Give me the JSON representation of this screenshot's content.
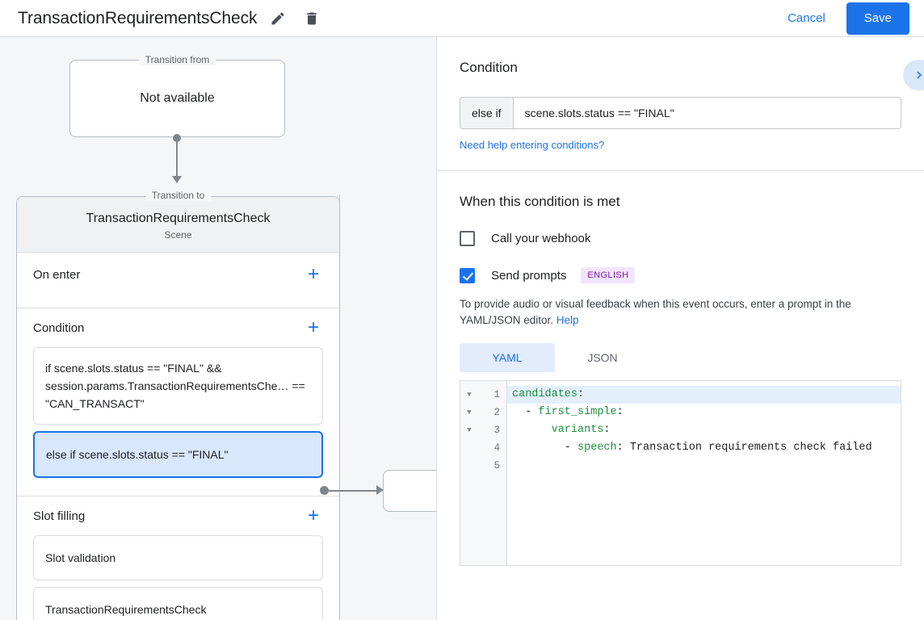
{
  "header": {
    "title": "TransactionRequirementsCheck",
    "edit_icon": "pencil-icon",
    "delete_icon": "trash-icon",
    "cancel_label": "Cancel",
    "save_label": "Save",
    "accent_color": "#1a73e8"
  },
  "canvas": {
    "transition_from": {
      "legend": "Transition from",
      "value": "Not available"
    },
    "transition_to": {
      "legend": "Transition to",
      "title": "TransactionRequirementsCheck",
      "subtitle": "Scene"
    },
    "sections": [
      {
        "title": "On enter",
        "add_label": "+",
        "items": []
      },
      {
        "title": "Condition",
        "add_label": "+",
        "items": [
          {
            "text": "if scene.slots.status == \"FINAL\" && session.params.TransactionRequirementsChe… == \"CAN_TRANSACT\"",
            "selected": false
          },
          {
            "text": "else if scene.slots.status == \"FINAL\"",
            "selected": true
          }
        ]
      },
      {
        "title": "Slot filling",
        "add_label": "+",
        "items": [
          {
            "text": "Slot validation",
            "selected": false
          },
          {
            "text": "TransactionRequirementsCheck",
            "selected": false
          }
        ]
      }
    ]
  },
  "panel": {
    "condition": {
      "heading": "Condition",
      "prefix": "else if",
      "expression": "scene.slots.status == \"FINAL\"",
      "help_link": "Need help entering conditions?",
      "expand_icon": "chevron-right-icon"
    },
    "when_met": {
      "heading": "When this condition is met",
      "webhook": {
        "label": "Call your webhook",
        "checked": false
      },
      "prompts": {
        "label": "Send prompts",
        "checked": true,
        "badge": "ENGLISH"
      },
      "hint_text": "To provide audio or visual feedback when this event occurs, enter a prompt in the YAML/JSON editor. ",
      "hint_link": "Help",
      "tabs": [
        {
          "label": "YAML",
          "active": true
        },
        {
          "label": "JSON",
          "active": false
        }
      ],
      "editor": {
        "lines": [
          {
            "n": "1",
            "fold": true,
            "highlight": true,
            "segments": [
              {
                "t": "candidates",
                "c": "k"
              },
              {
                "t": ":",
                "c": "p"
              }
            ]
          },
          {
            "n": "2",
            "fold": true,
            "highlight": false,
            "segments": [
              {
                "t": "  - ",
                "c": "p"
              },
              {
                "t": "first_simple",
                "c": "k"
              },
              {
                "t": ":",
                "c": "p"
              }
            ]
          },
          {
            "n": "3",
            "fold": true,
            "highlight": false,
            "segments": [
              {
                "t": "      ",
                "c": "p"
              },
              {
                "t": "variants",
                "c": "k"
              },
              {
                "t": ":",
                "c": "p"
              }
            ]
          },
          {
            "n": "4",
            "fold": false,
            "highlight": false,
            "segments": [
              {
                "t": "        - ",
                "c": "p"
              },
              {
                "t": "speech",
                "c": "k"
              },
              {
                "t": ": Transaction requirements check failed",
                "c": "p"
              }
            ]
          },
          {
            "n": "5",
            "fold": false,
            "highlight": false,
            "segments": []
          }
        ]
      }
    }
  }
}
